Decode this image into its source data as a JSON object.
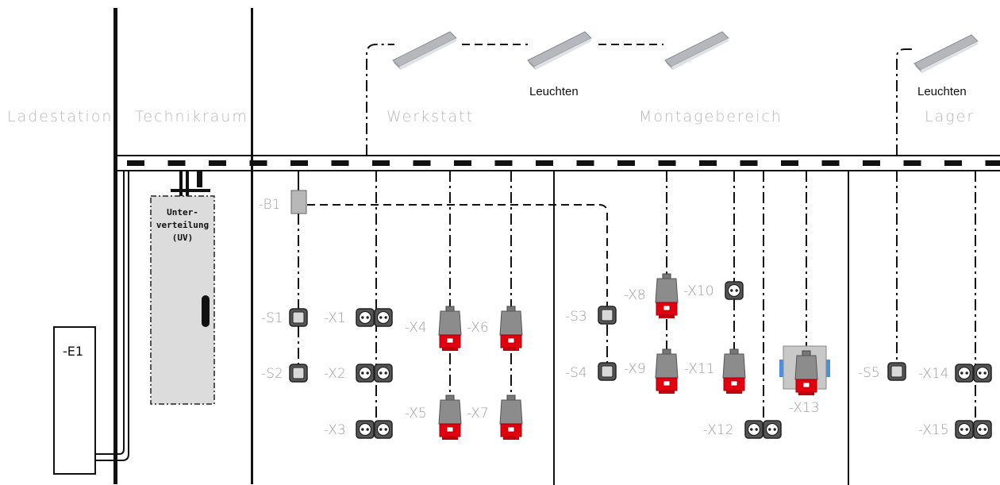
{
  "rooms": {
    "ladestation": "Ladestation",
    "technikraum": "Technikraum",
    "werkstatt": "Werkstatt",
    "montagebereich": "Montagebereich",
    "lager": "Lager"
  },
  "lamps": {
    "label_werkstatt": "Leuchten",
    "label_lager": "Leuchten"
  },
  "distribution": {
    "uv_line1": "Unter-",
    "uv_line2": "verteilung",
    "uv_line3": "(UV)",
    "e1": "-E1"
  },
  "devices": {
    "b1": "-B1",
    "s1": "-S1",
    "s2": "-S2",
    "s3": "-S3",
    "s4": "-S4",
    "s5": "-S5",
    "x1": "-X1",
    "x2": "-X2",
    "x3": "-X3",
    "x4": "-X4",
    "x5": "-X5",
    "x6": "-X6",
    "x7": "-X7",
    "x8": "-X8",
    "x9": "-X9",
    "x10": "-X10",
    "x11": "-X11",
    "x12": "-X12",
    "x13": "-X13",
    "x14": "-X14",
    "x15": "-X15"
  },
  "colors": {
    "cee_red": "#e3000f",
    "cee_grey": "#8c8c8c",
    "uv_fill": "#dcdcdc",
    "label_grey": "#a0a0a0",
    "box_blue": "#4a90e2"
  }
}
